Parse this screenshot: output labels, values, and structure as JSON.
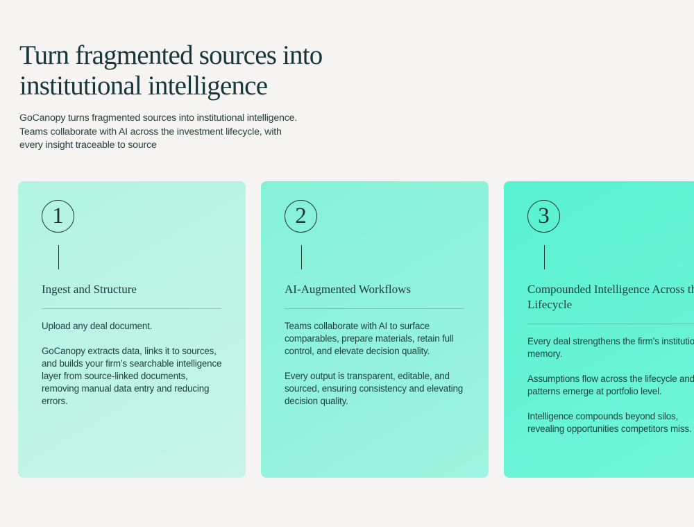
{
  "headline": {
    "line1": "Turn fragmented sources into",
    "line2": "institutional intelligence"
  },
  "intro": {
    "line1": "GoCanopy turns fragmented sources into institutional intelligence.",
    "line2": "Teams collaborate with AI across the investment lifecycle, with",
    "line3": "every insight traceable to source"
  },
  "cards": [
    {
      "number": "1",
      "title": "Ingest and Structure",
      "paragraphs": [
        "Upload any deal document.",
        "GoCanopy extracts data, links it to sources, and builds your firm’s searchable intelligence layer from source-linked documents, removing manual data entry and reducing errors."
      ]
    },
    {
      "number": "2",
      "title": "AI-Augmented Workflows",
      "paragraphs": [
        "Teams collaborate with AI to surface comparables, prepare materials, retain full control, and elevate decision quality.",
        "Every output is transparent, editable, and sourced, ensuring consistency and elevating decision quality."
      ]
    },
    {
      "number": "3",
      "title": "Compounded Intelligence Across the Lifecycle",
      "paragraphs": [
        "Every deal strengthens the firm’s institutional memory.",
        "Assumptions flow across the lifecycle and patterns emerge at portfolio level.",
        "Intelligence compounds beyond silos, revealing opportunities competitors miss."
      ]
    }
  ],
  "colors": {
    "background": "#f5f4f2",
    "card_1": "#b2f4e2",
    "card_2": "#85f1d8",
    "card_3": "#58f2d0",
    "text": "#1d3c3a"
  }
}
